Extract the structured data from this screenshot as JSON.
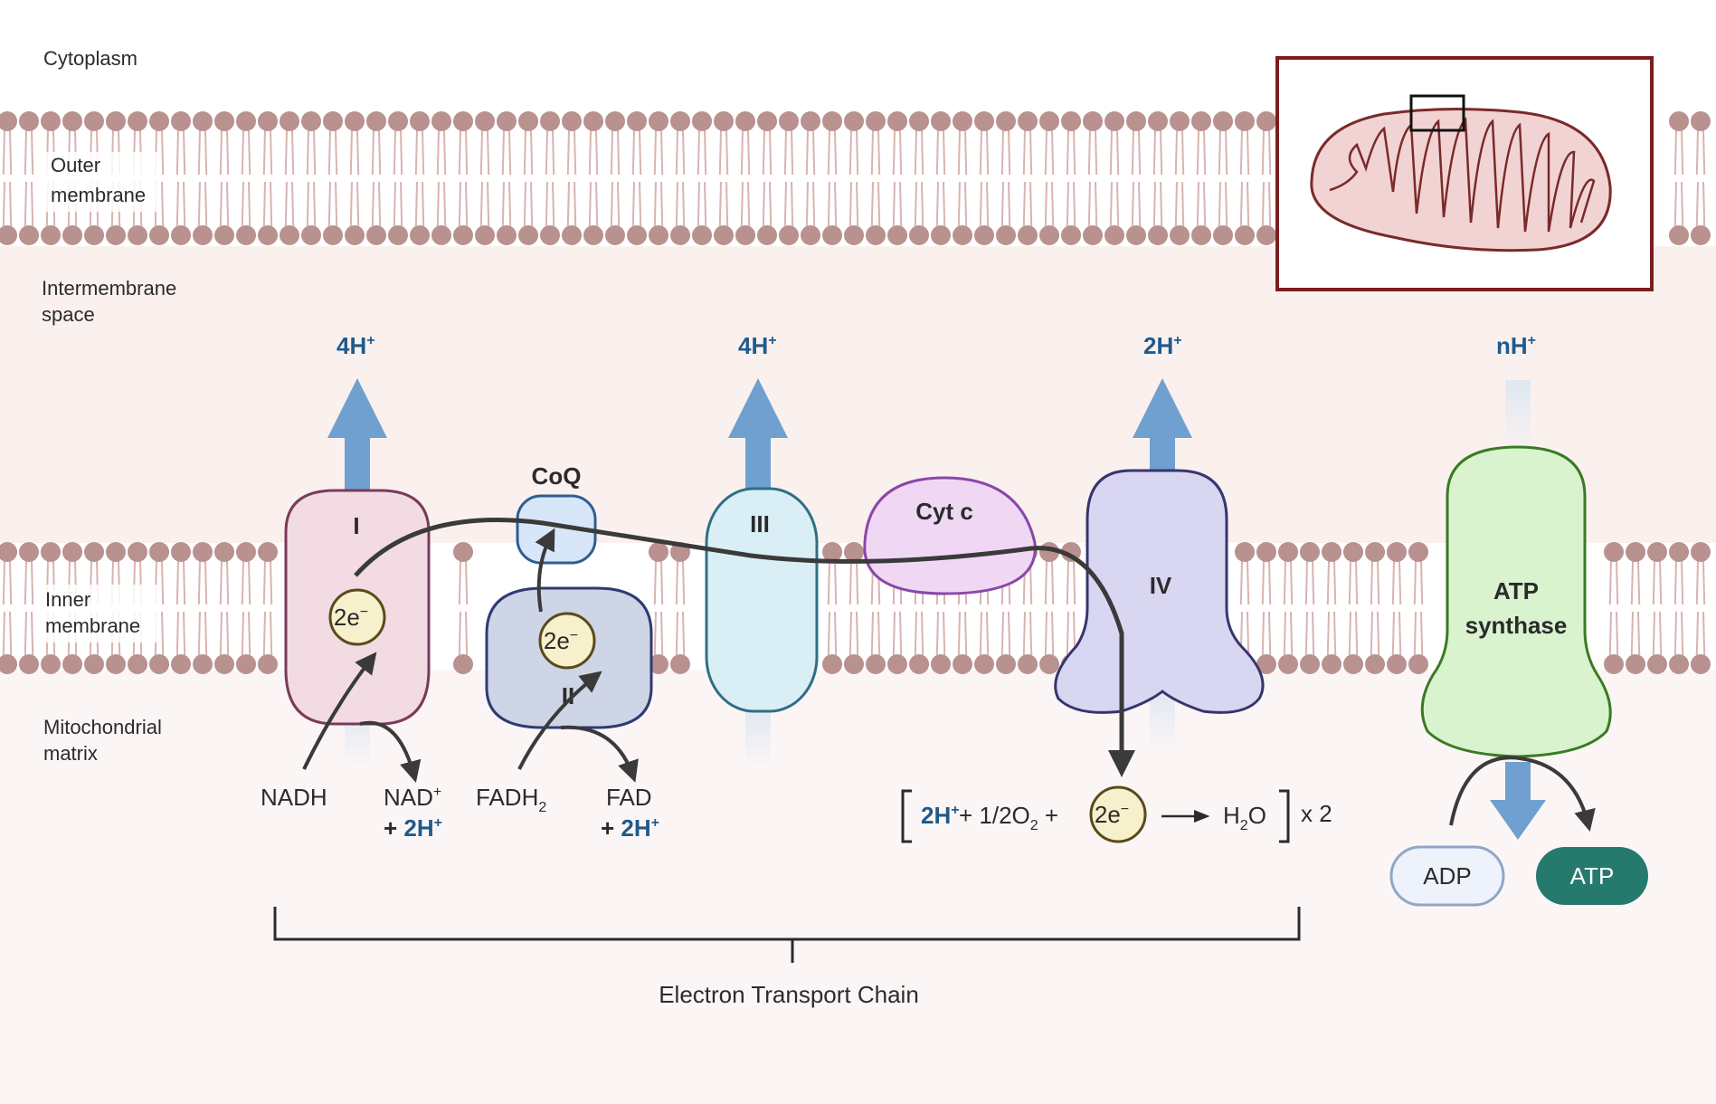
{
  "regions": {
    "cytoplasm": "Cytoplasm",
    "outer_membrane": [
      "Outer",
      "membrane"
    ],
    "intermembrane_space": [
      "Intermembrane",
      "space"
    ],
    "inner_membrane": [
      "Inner",
      "membrane"
    ],
    "matrix": [
      "Mitochondrial",
      "matrix"
    ]
  },
  "complexes": {
    "complex_I": "I",
    "complex_II": "II",
    "complex_III": "III",
    "complex_IV": "IV",
    "coq": "CoQ",
    "cyt_c": "Cyt c",
    "atp_synthase": [
      "ATP",
      "synthase"
    ]
  },
  "protons": {
    "complex_I": {
      "base": "4H",
      "charge": "+"
    },
    "complex_III": {
      "base": "4H",
      "charge": "+"
    },
    "complex_IV": {
      "base": "2H",
      "charge": "+"
    },
    "atp_synthase": {
      "base": "nH",
      "charge": "+"
    }
  },
  "electrons": {
    "label": "2e",
    "charge": "−"
  },
  "reactions": {
    "nadh": "NADH",
    "nad_plus": {
      "base": "NAD",
      "charge": "+"
    },
    "nad_h": {
      "plus": "+ ",
      "base": "2H",
      "charge": "+"
    },
    "fadh2": {
      "base": "FADH",
      "sub": "2"
    },
    "fad": "FAD",
    "fad_h": {
      "plus": "+ ",
      "base": "2H",
      "charge": "+"
    },
    "water_equation": {
      "h_base": "2H",
      "h_charge": "+",
      "oxygen": " + 1/2O",
      "oxygen_sub": "2",
      "plus": " +",
      "product_base": "H",
      "product_sub": "2",
      "product_tail": "O",
      "multiplier": "x 2"
    },
    "adp": "ADP",
    "atp": "ATP"
  },
  "chain_label": "Electron Transport Chain",
  "colors": {
    "membrane_head": "#b9918f",
    "membrane_tail": "#d9b3b1",
    "intermembrane_bg": "#faf1ef",
    "matrix_bg": "#fbf6f5",
    "proton_arrow": "#6fa0cf",
    "proton_text": "#1f5a8c",
    "complex_I_fill": "#f2dbe3",
    "complex_I_stroke": "#7a3b5b",
    "complex_II_fill": "#cdd5e6",
    "complex_II_stroke": "#2f3a73",
    "complex_III_fill": "#d9eef5",
    "complex_III_stroke": "#2e6f85",
    "coq_fill": "#d7e6f8",
    "coq_stroke": "#2e5f91",
    "cyt_c_fill": "#f0d8f5",
    "cyt_c_stroke": "#8a47a8",
    "complex_IV_fill": "#d9d6f2",
    "complex_IV_stroke": "#37356e",
    "atp_synthase_fill": "#d9f3cf",
    "atp_synthase_stroke": "#3b7a25",
    "electron_fill": "#f7f0cc",
    "electron_stroke": "#5a4a1a",
    "adp_fill": "#eef2fa",
    "adp_stroke": "#8fa6c8",
    "atp_fill": "#257a6d",
    "inset_border": "#7a1f1f",
    "mito_fill": "#f2d3d3",
    "mito_stroke": "#7a2a2a"
  },
  "icons": {
    "mitochondrion": "mitochondrion-icon"
  }
}
